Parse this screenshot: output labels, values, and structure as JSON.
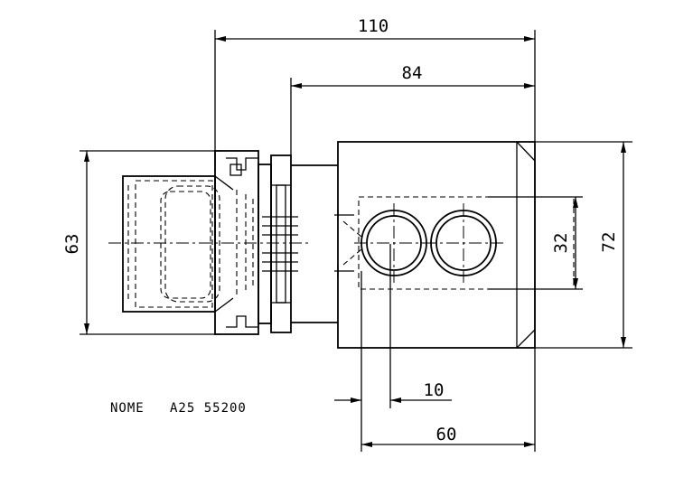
{
  "drawing": {
    "dimensions": {
      "overall_length": "110",
      "body_offset_length": "84",
      "head_height": "63",
      "body_height": "72",
      "hole_spacing": "32",
      "hole_offset": "10",
      "body_width": "60"
    },
    "note": "NOME   A25 55200"
  }
}
